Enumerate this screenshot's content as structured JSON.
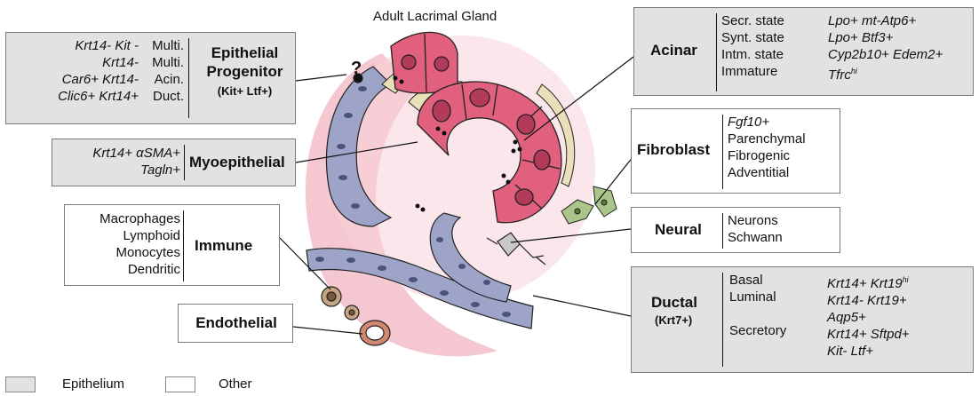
{
  "figure_title": "Adult Lacrimal Gland",
  "progenitor": {
    "title": "Epithelial",
    "title2": "Progenitor",
    "subtitle": "(Kit+ Ltf+)",
    "markers": [
      "Krt14- Kit -",
      "Krt14-",
      "Car6+ Krt14-",
      "Clic6+ Krt14+"
    ],
    "states": [
      "Multi.",
      "Multi.",
      "Acin.",
      "Duct."
    ],
    "question": "?"
  },
  "myoepithelial": {
    "title": "Myoepithelial",
    "markers": [
      "Krt14+ αSMA+",
      "Tagln+"
    ]
  },
  "immune": {
    "title": "Immune",
    "types": [
      "Macrophages",
      "Lymphoid",
      "Monocytes",
      "Dendritic"
    ]
  },
  "endothelial": {
    "title": "Endothelial"
  },
  "acinar": {
    "title": "Acinar",
    "states": [
      "Secr. state",
      "Synt. state",
      "Intm. state",
      "Immature"
    ],
    "markers": [
      "Lpo+ mt-Atp6+",
      "Lpo+ Btf3+",
      "Cyp2b10+ Edem2+",
      "Tfrc"
    ],
    "marker_sup": "hi"
  },
  "fibroblast": {
    "title": "Fibroblast",
    "types": [
      "Fgf10+",
      "Parenchymal",
      "Fibrogenic",
      "Adventitial"
    ]
  },
  "neural": {
    "title": "Neural",
    "types": [
      "Neurons",
      "Schwann"
    ]
  },
  "ductal": {
    "title": "Ductal",
    "subtitle": "(Krt7+)",
    "types": [
      "Basal",
      "Luminal",
      "Secretory"
    ],
    "markers": [
      "Krt14+ Krt19",
      "Krt14- Krt19+",
      "Aqp5+",
      "Krt14+ Sftpd+",
      "Kit- Ltf+"
    ],
    "marker_sup": "hi"
  },
  "legend": {
    "epithelium": "Epithelium",
    "other": "Other"
  },
  "colors": {
    "epithelium_box": "#e2e2e2",
    "acinar_cell": "#e0607e",
    "acinar_nucleus": "#b23a5a",
    "ductal_cell": "#9ea4c8",
    "ductal_nucleus": "#4b527e",
    "myo_cell": "#e9dfb8",
    "lumen_pink": "#f5c7d0"
  }
}
